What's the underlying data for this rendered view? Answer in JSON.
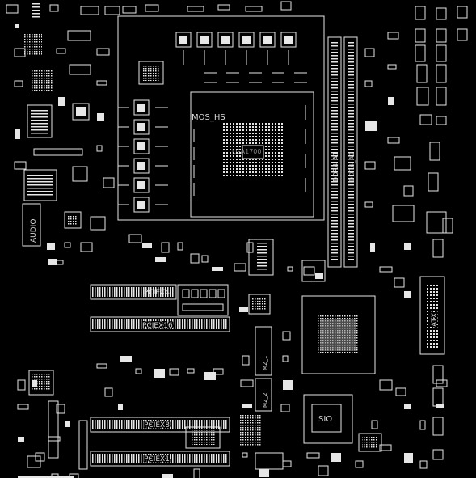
{
  "board": {
    "background": "#000000",
    "silkscreen_color": "#e6e6e6",
    "labels": {
      "cpu_socket": "LGA1700",
      "cpu_heatsink_zone": "MOS_HS",
      "dimm": "DDR4_A1",
      "dimm_2": "DDR4_A2",
      "pcie_x4": "PCIEX4",
      "pcie_x16": "PCIEX16",
      "pcie_x8": "PCIEX8",
      "pcie_x1": "PCIEX1",
      "audio": "AUDIO",
      "super_io": "SIO",
      "atx_power": "ATX",
      "m2_1": "M2_1",
      "m2_2": "M2_2"
    }
  }
}
